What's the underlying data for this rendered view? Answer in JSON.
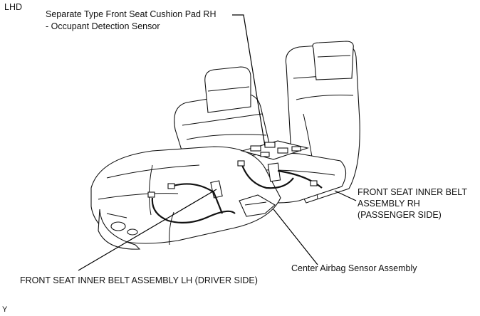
{
  "corner_label": "LHD",
  "footer_code": "Y",
  "callouts": {
    "seat_cushion_pad_line1": "Separate Type Front Seat Cushion Pad RH",
    "seat_cushion_pad_line2": "- Occupant Detection Sensor",
    "belt_rh_line1": "FRONT SEAT INNER BELT",
    "belt_rh_line2": "ASSEMBLY RH",
    "belt_rh_line3": "(PASSENGER SIDE)",
    "belt_lh": "FRONT SEAT INNER BELT ASSEMBLY LH (DRIVER SIDE)",
    "airbag_sensor": "Center Airbag Sensor Assembly"
  }
}
